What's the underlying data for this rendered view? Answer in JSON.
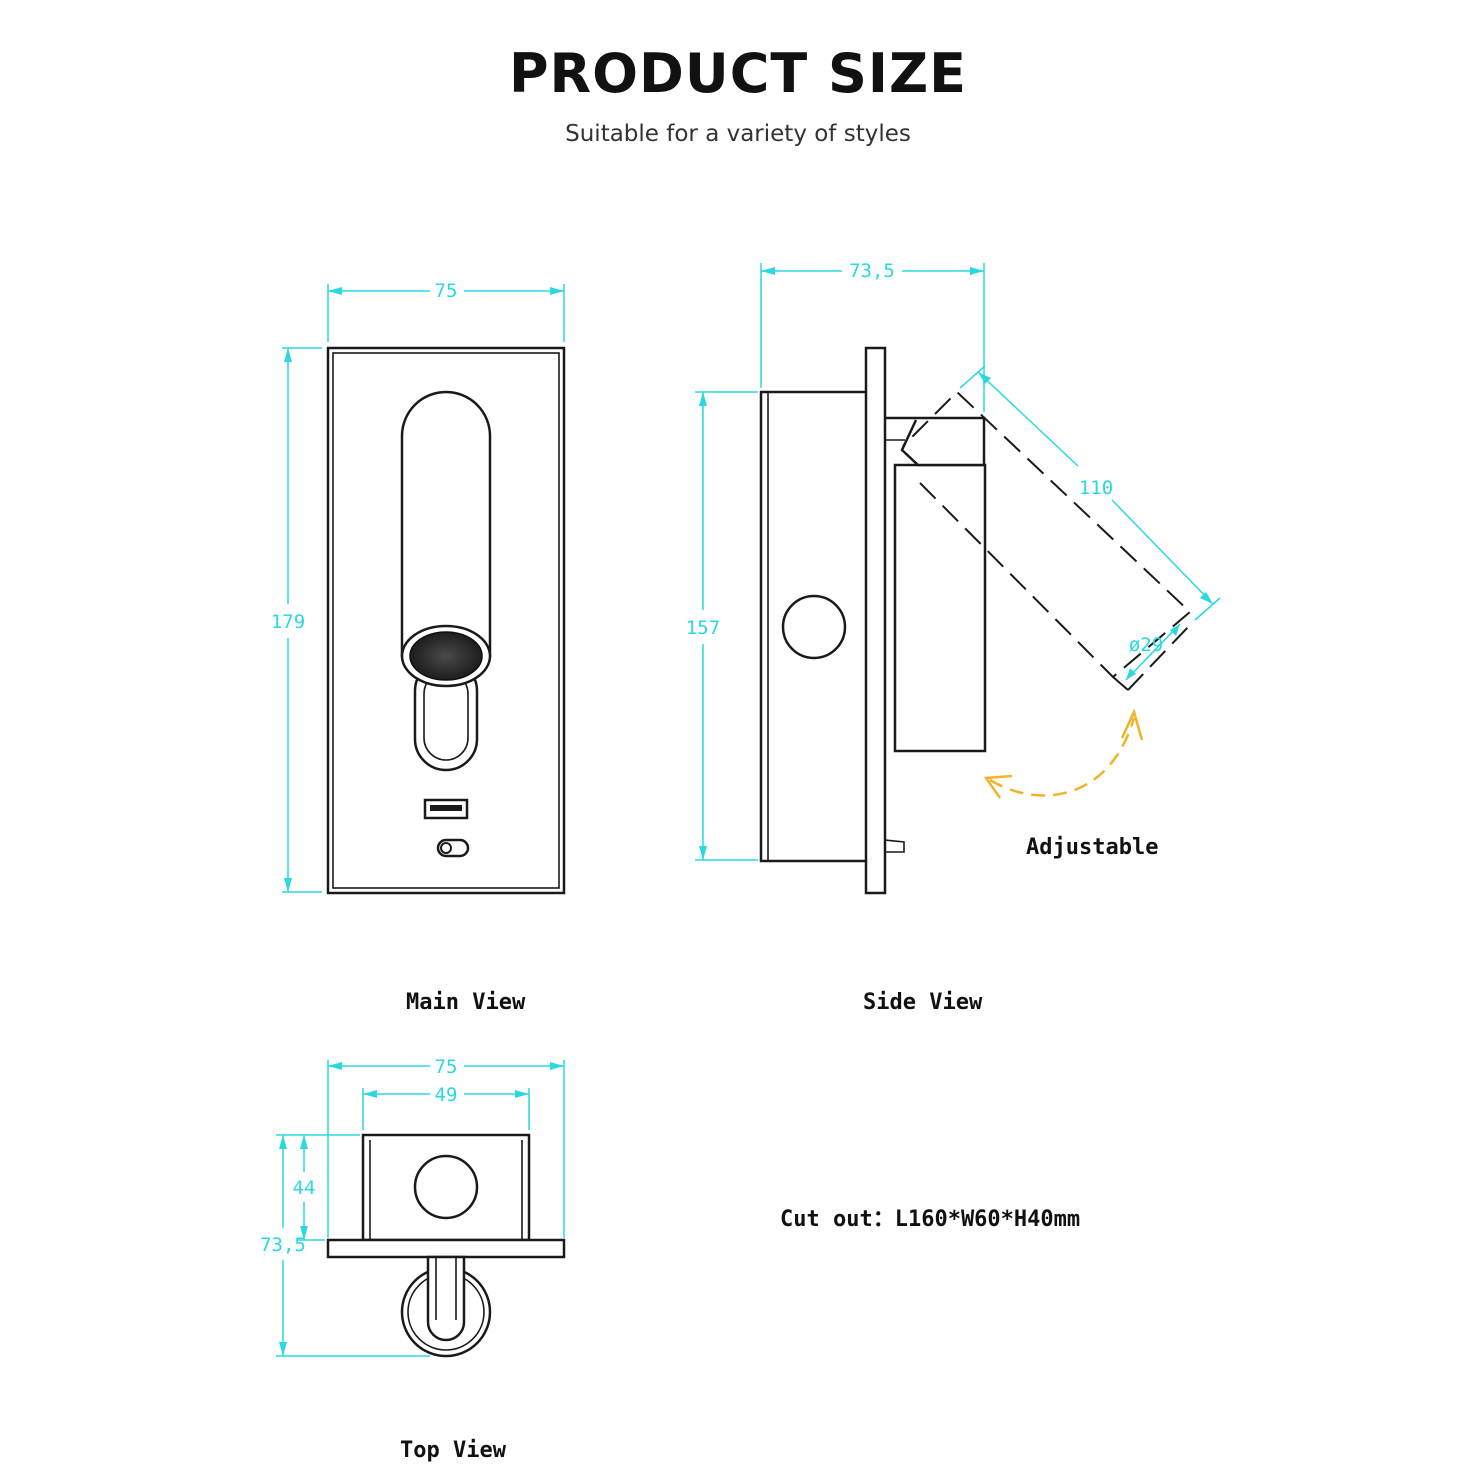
{
  "header": {
    "title": "PRODUCT SIZE",
    "subtitle": "Suitable for a variety of styles"
  },
  "views": {
    "main": "Main View",
    "side": "Side View",
    "top": "Top View"
  },
  "dimensions": {
    "main_width": "75",
    "main_height": "179",
    "side_depth": "73,5",
    "side_height": "157",
    "arm_length": "110",
    "head_diameter": "ø29",
    "top_width": "75",
    "top_inner_width": "49",
    "top_inner_depth": "44",
    "top_depth": "73,5"
  },
  "notes": {
    "adjustable": "Adjustable",
    "cutout": "Cut out：L160*W60*H40mm"
  },
  "colors": {
    "dimension": "#2ad8e0",
    "line": "#1a1a1a",
    "arrow": "#f0b429"
  }
}
